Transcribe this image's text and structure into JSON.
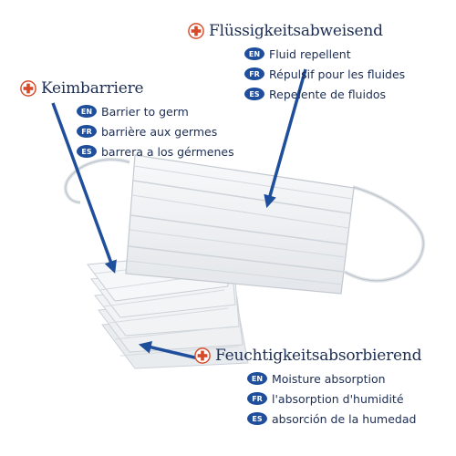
{
  "icons": {
    "cross": "red-cross-icon",
    "arrow": "arrow-icon"
  },
  "colors": {
    "cross": "#d64a2a",
    "arrow": "#1f4f9c",
    "badge": "#1f4f9c",
    "text": "#1c2d52"
  },
  "groups": {
    "fluid": {
      "heading": "Flüssigkeitsabweisend",
      "lines": [
        {
          "code": "EN",
          "text": "Fluid repellent"
        },
        {
          "code": "FR",
          "text": "Répulsif pour les fluides"
        },
        {
          "code": "ES",
          "text": "Repelente de fluidos"
        }
      ]
    },
    "germ": {
      "heading": "Keimbarriere",
      "lines": [
        {
          "code": "EN",
          "text": "Barrier to germ"
        },
        {
          "code": "FR",
          "text": "barrière aux germes"
        },
        {
          "code": "ES",
          "text": "barrera a los gérmenes"
        }
      ]
    },
    "moisture": {
      "heading": "Feuchtigkeitsabsorbierend",
      "lines": [
        {
          "code": "EN",
          "text": "Moisture absorption"
        },
        {
          "code": "FR",
          "text": "l'absorption d'humidité"
        },
        {
          "code": "ES",
          "text": "absorción de la humedad"
        }
      ]
    }
  }
}
